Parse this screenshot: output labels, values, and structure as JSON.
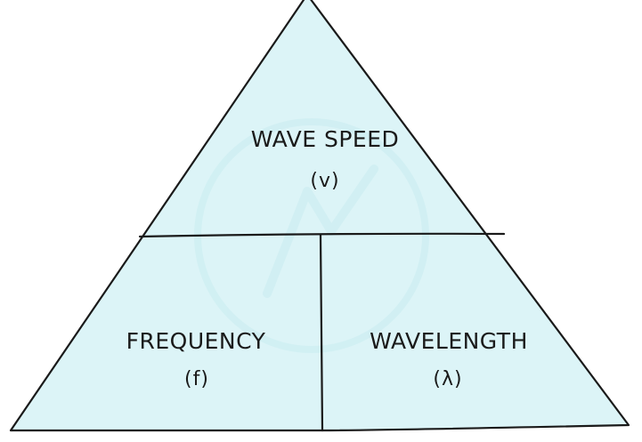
{
  "colors": {
    "fill": "#dcf4f7",
    "stroke": "#1a1a1a",
    "watermark": "#c9ecf0"
  },
  "sections": {
    "top": {
      "label": "WAVE  SPEED",
      "symbol": "(v)"
    },
    "bottom_left": {
      "label": "FREQUENCY",
      "symbol": "(f)"
    },
    "bottom_right": {
      "label": "WAVELENGTH",
      "symbol": "(λ)"
    }
  }
}
